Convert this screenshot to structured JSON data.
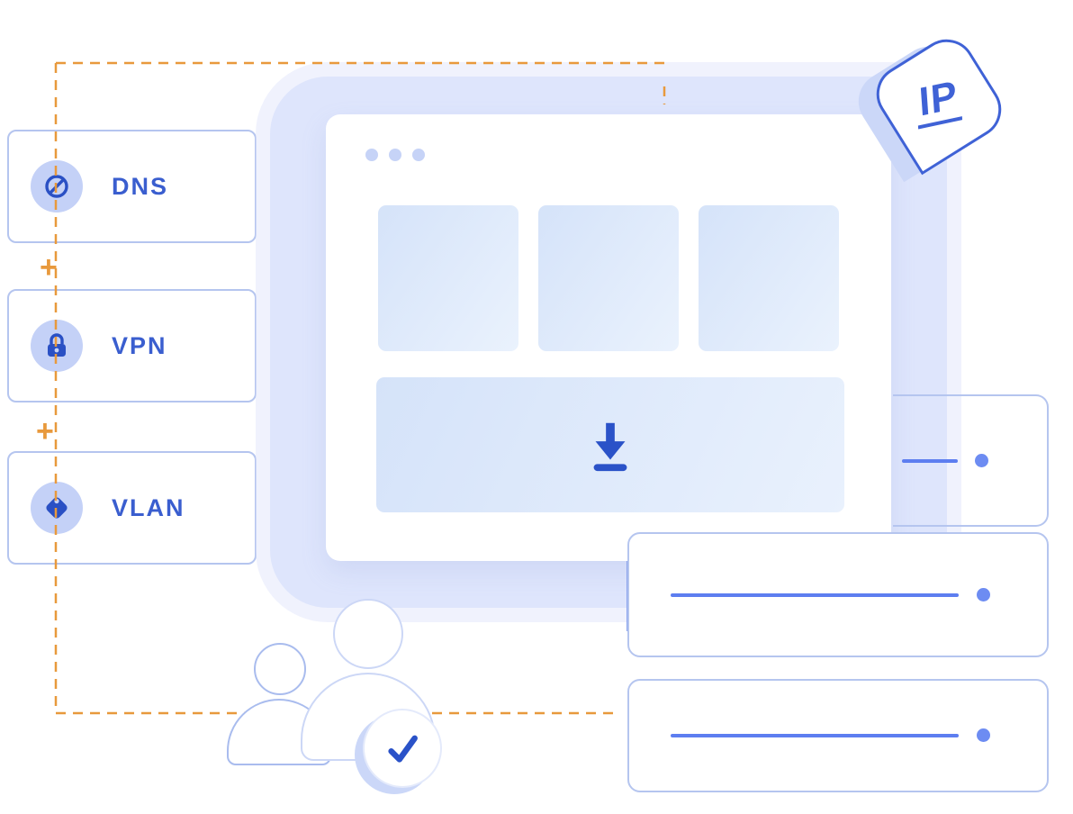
{
  "sidebar": {
    "items": [
      {
        "label": "DNS",
        "icon": "globe-icon"
      },
      {
        "label": "VPN",
        "icon": "lock-icon"
      },
      {
        "label": "VLAN",
        "icon": "tag-icon"
      }
    ],
    "plus": "+"
  },
  "pin": {
    "label": "IP",
    "icon": "location-pin-icon"
  },
  "window": {
    "dots_count": 3,
    "content_cards_count": 3,
    "download_icon": "download-icon"
  },
  "rows": {
    "count": 3,
    "content": "placeholder-line-with-dot"
  },
  "people": {
    "icon": "user-icon",
    "count": 2,
    "badge_icon": "check-icon"
  },
  "colors": {
    "accent_blue": "#2a52c8",
    "label_blue": "#3a5ecf",
    "panel_lavender": "#dee5fc",
    "card_light_blue": "#d5e3f9",
    "icon_circle_fill": "#c4d1f7",
    "outline_blue": "#b5c5ef",
    "row_line_blue": "#5d7ef0",
    "row_dot_blue": "#6d8cf2",
    "dash_orange": "#e8993c"
  }
}
